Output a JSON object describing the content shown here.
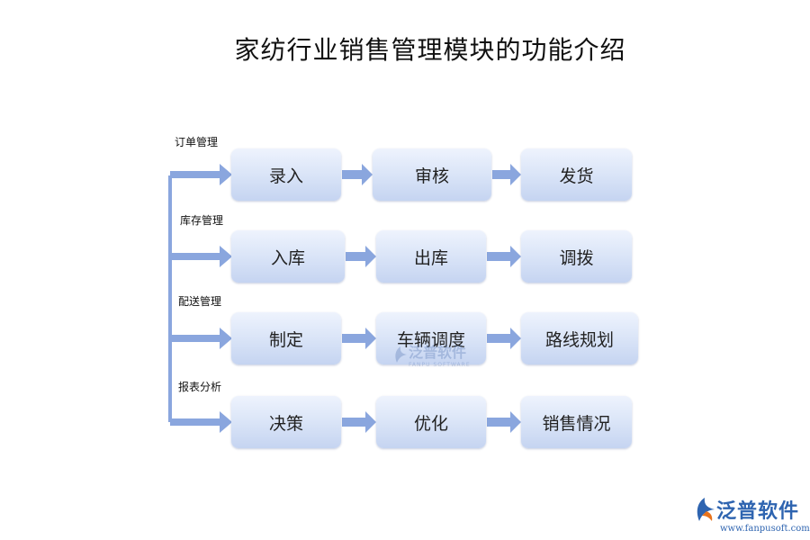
{
  "title": "家纺行业销售管理模块的功能介绍",
  "rows": [
    {
      "label": "订单管理",
      "steps": [
        "录入",
        "审核",
        "发货"
      ]
    },
    {
      "label": "库存管理",
      "steps": [
        "入库",
        "出库",
        "调拨"
      ]
    },
    {
      "label": "配送管理",
      "steps": [
        "制定",
        "车辆调度",
        "路线规划"
      ]
    },
    {
      "label": "报表分析",
      "steps": [
        "决策",
        "优化",
        "销售情况"
      ]
    }
  ],
  "watermark": {
    "name": "泛普软件",
    "sub": "FANPU SOFTWARE"
  },
  "logo": {
    "name": "泛普软件",
    "url": "www.fanpusoft.com"
  },
  "colors": {
    "arrow": "#8aa6de",
    "box_top": "#eef3fd",
    "box_bottom": "#c5d4f1",
    "brand": "#2e64b0"
  }
}
